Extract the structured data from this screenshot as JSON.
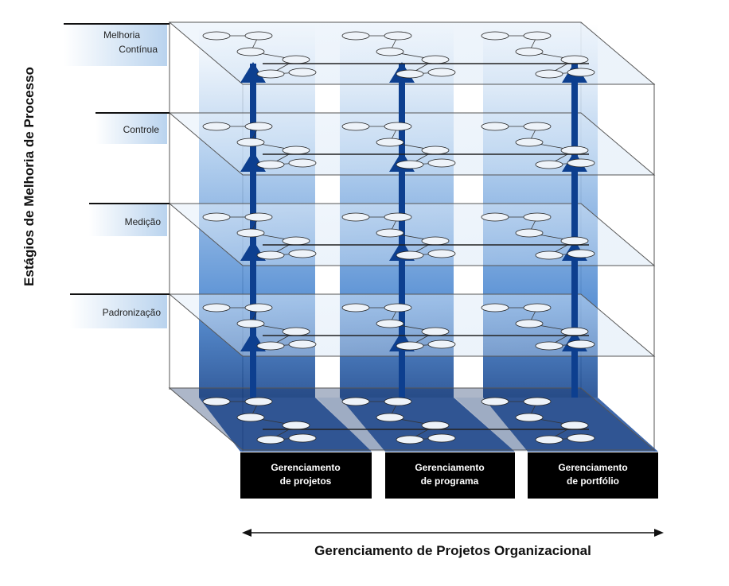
{
  "diagram": {
    "y_axis_label": "Estágios de Melhoria de Processo",
    "x_axis_label": "Gerenciamento de Projetos Organizacional",
    "stages": [
      {
        "lines": [
          "Melhoria",
          "Contínua"
        ]
      },
      {
        "lines": [
          "Controle"
        ]
      },
      {
        "lines": [
          "Medição"
        ]
      },
      {
        "lines": [
          "Padronização"
        ]
      }
    ],
    "domains": [
      {
        "lines": [
          "Gerenciamento",
          "de projetos"
        ]
      },
      {
        "lines": [
          "Gerenciamento",
          "de programa"
        ]
      },
      {
        "lines": [
          "Gerenciamento",
          "de portfólio"
        ]
      }
    ],
    "colors": {
      "column_blue": "#1f5fb8",
      "arrow_blue": "#0d3f8f",
      "label_box": "#000000",
      "stage_tab": "#cfe0f2"
    }
  }
}
